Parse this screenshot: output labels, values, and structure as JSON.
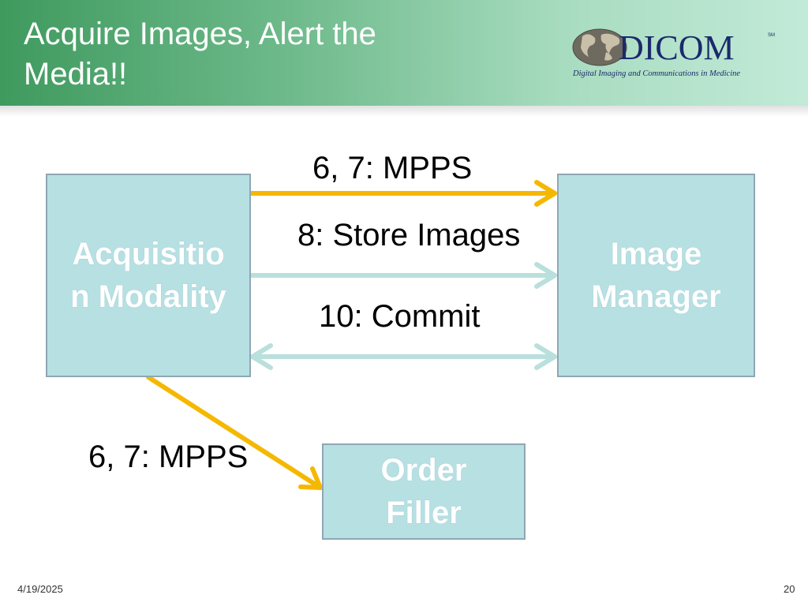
{
  "slide": {
    "title": "Acquire Images, Alert the Media!!",
    "logo": {
      "text": "DICOM",
      "trademark": "SM",
      "tagline": "Digital Imaging and Communications in Medicine"
    }
  },
  "diagram": {
    "nodes": {
      "acquisition_modality": "Acquisitio\nn Modality",
      "image_manager": "Image\nManager",
      "order_filler": "Order\nFiller"
    },
    "messages": {
      "mpps_to_image_manager": "6, 7: MPPS",
      "store_images": "8: Store Images",
      "commit": "10: Commit",
      "mpps_to_order_filler": "6, 7: MPPS"
    },
    "colors": {
      "mpps_arrow": "#f5b800",
      "data_arrow": "#b9e0dc",
      "node_fill": "#b7e0e3",
      "node_border": "#8fa7b3"
    }
  },
  "footer": {
    "date": "4/19/2025",
    "page_number": "20"
  }
}
